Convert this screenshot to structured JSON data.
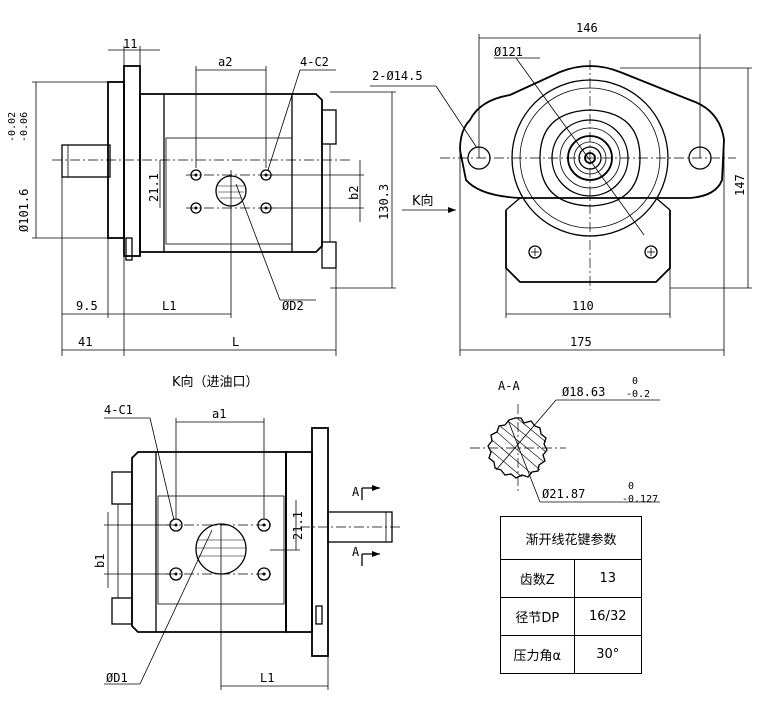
{
  "side_view": {
    "dim_flange_thickness": "11",
    "dim_a2": "a2",
    "dim_4c2": "4-C2",
    "dim_bore_dia": "Ø101.6",
    "dim_bore_tol_upper": "-0.02",
    "dim_bore_tol_lower": "-0.06",
    "dim_21_1": "21.1",
    "dim_b2": "b2",
    "dim_130_3": "130.3",
    "dim_9_5": "9.5",
    "dim_L1": "L1",
    "dim_D2": "ØD2",
    "dim_41": "41",
    "dim_L": "L"
  },
  "front_view": {
    "dim_146": "146",
    "dim_121": "Ø121",
    "dim_holes": "2-Ø14.5",
    "view_k": "K向",
    "dim_147": "147",
    "dim_110": "110",
    "dim_175": "175"
  },
  "k_view": {
    "title": "K向（进油口）",
    "dim_4c1": "4-C1",
    "dim_a1": "a1",
    "dim_21_1": "21.1",
    "dim_b1": "b1",
    "dim_D1": "ØD1",
    "dim_L1": "L1",
    "section_a_top": "A",
    "section_a_bottom": "A"
  },
  "section_aa": {
    "title": "A-A",
    "dim_inner": "Ø18.63",
    "inner_tol_upper": "0",
    "inner_tol_lower": "-0.2",
    "dim_outer": "Ø21.87",
    "outer_tol_upper": "0",
    "outer_tol_lower": "-0.127"
  },
  "spline_table": {
    "title": "渐开线花键参数",
    "rows": [
      {
        "label": "齿数Z",
        "value": "13"
      },
      {
        "label": "径节DP",
        "value": "16/32"
      },
      {
        "label": "压力角α",
        "value": "30°"
      }
    ]
  }
}
